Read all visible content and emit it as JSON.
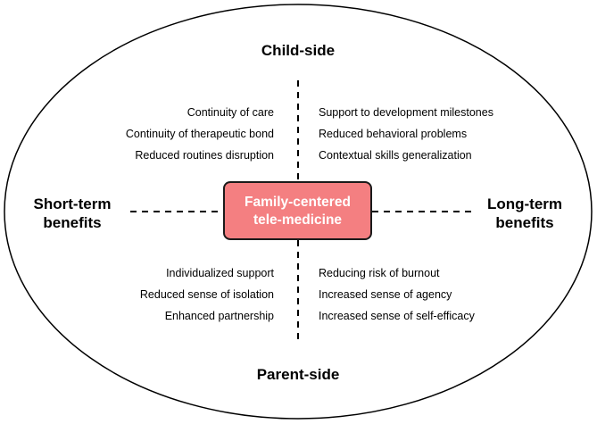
{
  "center": {
    "line1": "Family-centered",
    "line2": "tele-medicine",
    "fill_color": "#f47f81"
  },
  "axes": {
    "top": "Child-side",
    "bottom": "Parent-side",
    "left_line1": "Short-term",
    "left_line2": "benefits",
    "right_line1": "Long-term",
    "right_line2": "benefits"
  },
  "quadrants": {
    "child_short_term": [
      "Continuity of care",
      "Continuity of therapeutic bond",
      "Reduced routines disruption"
    ],
    "child_long_term": [
      "Support to development milestones",
      "Reduced behavioral problems",
      "Contextual skills generalization"
    ],
    "parent_short_term": [
      "Individualized support",
      "Reduced sense of isolation",
      "Enhanced partnership"
    ],
    "parent_long_term": [
      "Reducing risk of burnout",
      "Increased sense of agency",
      "Increased sense of self-efficacy"
    ]
  }
}
